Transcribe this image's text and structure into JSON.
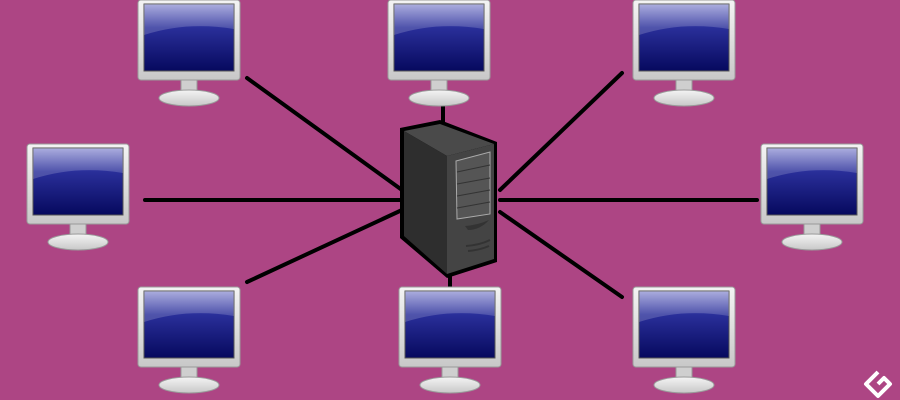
{
  "colors": {
    "background": "#ad4584",
    "link": "#000000",
    "screen_dark": "#0a0f6e",
    "screen_light": "#8c8fd0",
    "bezel": "#e6e6e6",
    "server_body": "#3c3c3c",
    "server_side": "#2a2a2a",
    "logo": "#ffffff"
  },
  "diagram": {
    "type": "star-topology",
    "hub": "server",
    "client_count": 8
  }
}
